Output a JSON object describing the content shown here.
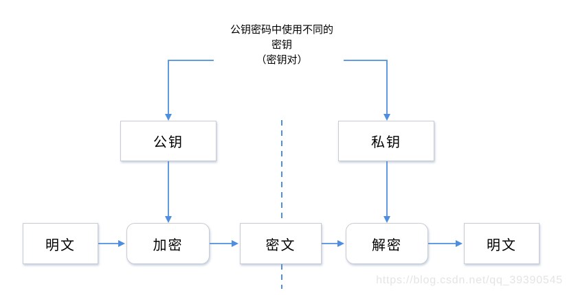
{
  "colors": {
    "arrow_blue": "#4e8ede",
    "box_border": "#c8ccd2",
    "box_fill": "#ffffff",
    "text": "#000000",
    "watermark_gray": "#e4e4e4",
    "background": "#ffffff"
  },
  "annotation": {
    "line1": "公钥密码中使用不同的",
    "line2": "密钥",
    "line3": "（密钥对）"
  },
  "key_boxes": [
    {
      "id": "public-key",
      "label": "公钥",
      "shape": "rect"
    },
    {
      "id": "private-key",
      "label": "私钥",
      "shape": "rect"
    }
  ],
  "flow_boxes": [
    {
      "id": "plaintext-left",
      "label": "明文",
      "shape": "rect"
    },
    {
      "id": "encrypt",
      "label": "加密",
      "shape": "rounded"
    },
    {
      "id": "ciphertext",
      "label": "密文",
      "shape": "rect"
    },
    {
      "id": "decrypt",
      "label": "解密",
      "shape": "rounded"
    },
    {
      "id": "plaintext-right",
      "label": "明文",
      "shape": "rect"
    }
  ],
  "watermark": "https://blog.csdn.net/qq_39390545"
}
